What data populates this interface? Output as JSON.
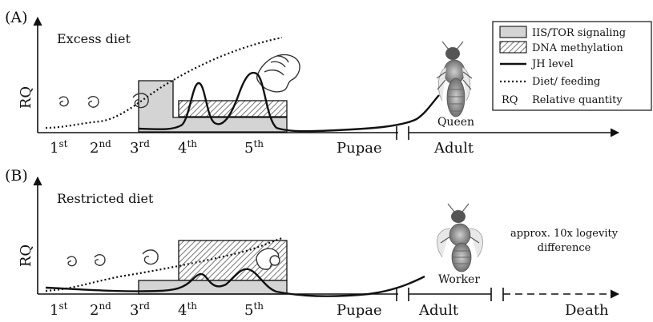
{
  "panel_a": {
    "label": "(A)",
    "title": "Excess diet",
    "y_axis_label": "RQ",
    "stages": [
      "1",
      "2",
      "3",
      "4",
      "5"
    ],
    "stage_suffixes": [
      "st",
      "nd",
      "rd",
      "th",
      "th"
    ],
    "pupae_label": "Pupae",
    "adult_label": "Adult",
    "caste_label": "Queen"
  },
  "panel_b": {
    "label": "(B)",
    "title": "Restricted diet",
    "y_axis_label": "RQ",
    "stages": [
      "1",
      "2",
      "3",
      "4",
      "5"
    ],
    "stage_suffixes": [
      "st",
      "nd",
      "rd",
      "th",
      "th"
    ],
    "pupae_label": "Pupae",
    "adult_label": "Adult",
    "death_label": "Death",
    "caste_label": "Worker",
    "note_line1": "approx. 10x logevity",
    "note_line2": "difference"
  },
  "legend": {
    "iis_tor": "IIS/TOR signaling",
    "dna_methylation": "DNA methylation",
    "jh_level": "JH level",
    "diet_feeding": "Diet/ feeding",
    "rq_abbr": "RQ",
    "rq_full": "Relative quantity"
  },
  "colors": {
    "iis_fill": "#d4d4d4",
    "hatch": "#555555",
    "line": "#111111"
  }
}
